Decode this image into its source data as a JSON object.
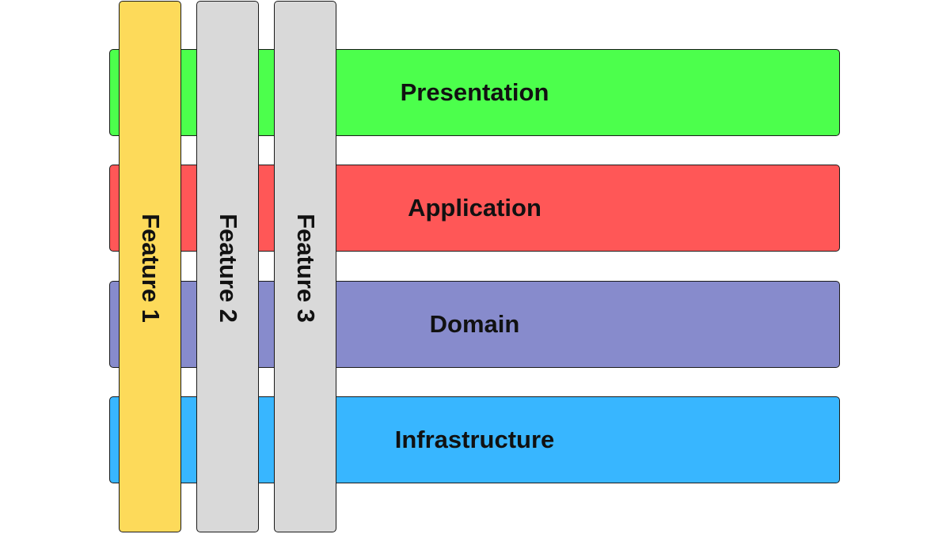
{
  "layers": [
    {
      "label": "Presentation",
      "color": "#4cff4c"
    },
    {
      "label": "Application",
      "color": "#ff5757"
    },
    {
      "label": "Domain",
      "color": "#878bcc"
    },
    {
      "label": "Infrastructure",
      "color": "#38b6ff"
    }
  ],
  "features": [
    {
      "label": "Feature 1",
      "color": "#fdda5a"
    },
    {
      "label": "Feature 2",
      "color": "#d9d9d9"
    },
    {
      "label": "Feature 3",
      "color": "#d9d9d9"
    }
  ]
}
